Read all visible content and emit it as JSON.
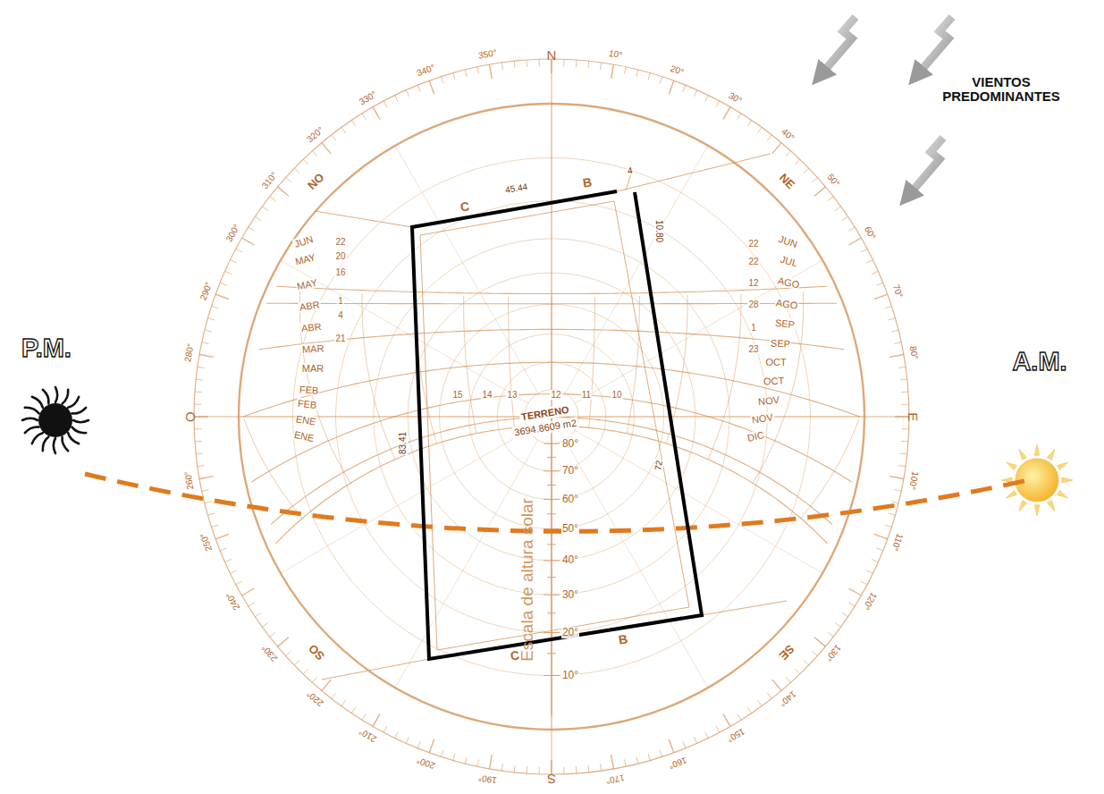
{
  "diagram": {
    "nodes": [
      {
        "text": [
          "TERRENO",
          "3694.8609 m2"
        ]
      }
    ],
    "labels": [
      "VIENTOS PREDOMINANTES",
      "P.M.",
      "A.M.",
      "N",
      "E",
      "S",
      "O",
      "NE",
      "SE",
      "SO",
      "NO",
      "10°",
      "20°",
      "30°",
      "40°",
      "50°",
      "60°",
      "70°",
      "80°",
      "100°",
      "110°",
      "120°",
      "130°",
      "140°",
      "150°",
      "160°",
      "170°",
      "190°",
      "200°",
      "210°",
      "220°",
      "230°",
      "240°",
      "250°",
      "260°",
      "280°",
      "290°",
      "300°",
      "310°",
      "320°",
      "330°",
      "340°",
      "350°",
      "JUN",
      "MAY",
      "MAY",
      "ABR",
      "ABR",
      "MAR",
      "MAR",
      "FEB",
      "FEB",
      "ENE",
      "ENE",
      "JUN",
      "JUL",
      "AGO",
      "AGO",
      "SEP",
      "SEP",
      "OCT",
      "OCT",
      "NOV",
      "NOV",
      "DIC",
      "22",
      "20",
      "16",
      "1",
      "4",
      "21",
      "22",
      "22",
      "12",
      "28",
      "1",
      "23",
      "15",
      "14",
      "13",
      "12",
      "11",
      "10",
      "80°",
      "70°",
      "60°",
      "50°",
      "40°",
      "30°",
      "20°",
      "10°",
      "Escala de altura solar",
      "45.44",
      "4",
      "10.80",
      "83.41",
      "72",
      "C",
      "B",
      "C",
      "B"
    ]
  }
}
